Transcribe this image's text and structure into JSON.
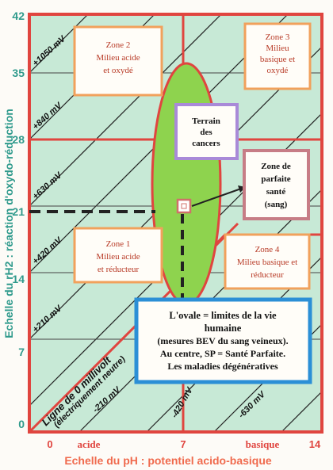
{
  "axes": {
    "y_title": "Echelle du rH2 : réaction d'oxydo-réduction",
    "x_title": "Echelle du pH : potentiel acido-basique",
    "y_ticks": [
      "42",
      "35",
      "28",
      "21",
      "14",
      "7",
      "0"
    ],
    "x_ticks": [
      "0",
      "7",
      "14"
    ],
    "x_words": [
      "acide",
      "basique"
    ]
  },
  "mv_labels": [
    "+1050 mV",
    "+840 mV",
    "+630 mV",
    "+420 mV",
    "+210 mV",
    "-210 mV",
    "-420 mV",
    "-630 mV"
  ],
  "neutral_line": {
    "line1": "Ligne de 0 millivolt",
    "line2": "(électriquement neutre)"
  },
  "zones": {
    "zone2": {
      "line1": "Zone 2",
      "line2": "Milieu acide",
      "line3": "et oxydé"
    },
    "zone3": {
      "line1": "Zone 3",
      "line2": "Milieu",
      "line3": "basique et",
      "line4": "oxydé"
    },
    "zone1": {
      "line1": "Zone 1",
      "line2": "Milieu acide",
      "line3": "et réducteur"
    },
    "zone4": {
      "line1": "Zone 4",
      "line2": "Milieu basique et",
      "line3": "réducteur"
    }
  },
  "cancer_box": {
    "line1": "Terrain",
    "line2": "des",
    "line3": "cancers"
  },
  "health_box": {
    "line1": "Zone de",
    "line2": "parfaite",
    "line3": "santé",
    "line4": "(sang)"
  },
  "note": {
    "line1": "L'ovale = limites de la vie",
    "line2": "humaine",
    "line3": "(mesures BEV du sang veineux).",
    "line4": "Au centre, SP = Santé Parfaite.",
    "line5": "Les maladies dégénératives"
  },
  "colors": {
    "plot_bg": "#c7e9d6",
    "zone_border": "#f1a15c",
    "red": "#e0453f",
    "oval": "#8ed34e",
    "axis_text": "#2f9a8c",
    "x_title": "#f06a4d",
    "note_border": "#2b8fd6"
  }
}
